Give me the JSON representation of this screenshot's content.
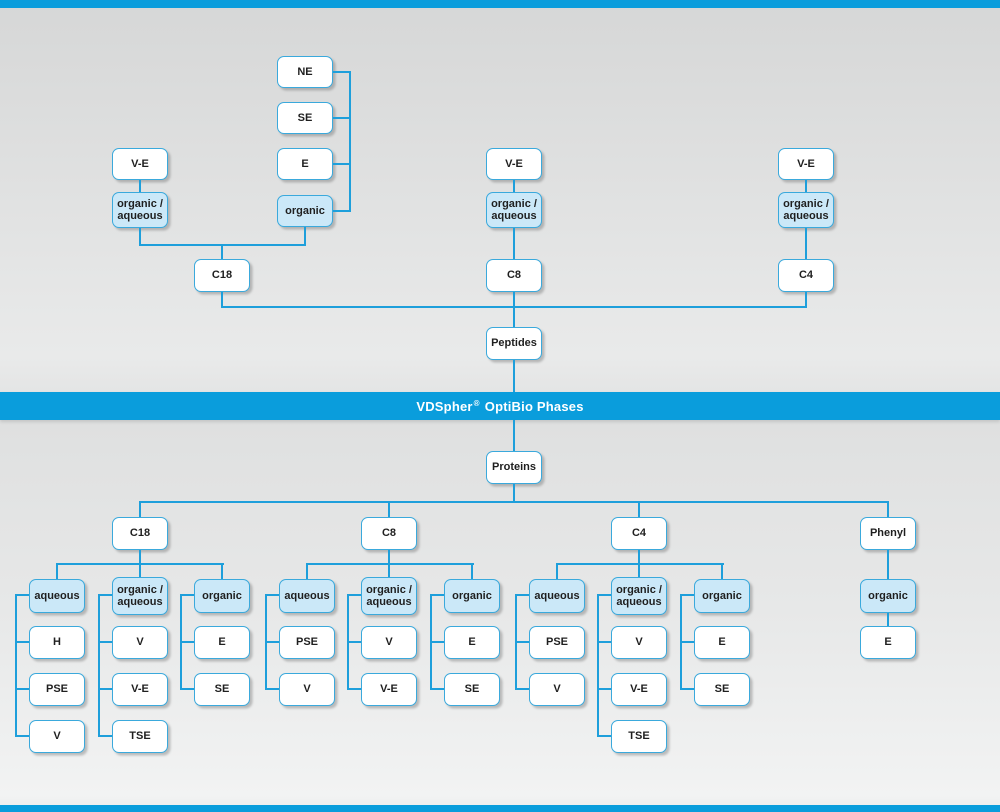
{
  "banner": {
    "brand": "VDSpher",
    "reg": "®",
    "rest": "OptiBio Phases"
  },
  "top": {
    "root": "Peptides",
    "c18": {
      "phase": "C18",
      "ve": "V-E",
      "organic_aqueous": "organic /\naqueous",
      "ne": "NE",
      "se": "SE",
      "e": "E",
      "organic": "organic"
    },
    "c8": {
      "phase": "C8",
      "ve": "V-E",
      "organic_aqueous": "organic /\naqueous"
    },
    "c4": {
      "phase": "C4",
      "ve": "V-E",
      "organic_aqueous": "organic /\naqueous"
    }
  },
  "bottom": {
    "root": "Proteins",
    "c18": {
      "phase": "C18",
      "aqueous": {
        "label": "aqueous",
        "children": [
          "H",
          "PSE",
          "V"
        ]
      },
      "organic_aqueous": {
        "label": "organic /\naqueous",
        "children": [
          "V",
          "V-E",
          "TSE"
        ]
      },
      "organic": {
        "label": "organic",
        "children": [
          "E",
          "SE"
        ]
      }
    },
    "c8": {
      "phase": "C8",
      "aqueous": {
        "label": "aqueous",
        "children": [
          "PSE",
          "V"
        ]
      },
      "organic_aqueous": {
        "label": "organic /\naqueous",
        "children": [
          "V",
          "V-E"
        ]
      },
      "organic": {
        "label": "organic",
        "children": [
          "E",
          "SE"
        ]
      }
    },
    "c4": {
      "phase": "C4",
      "aqueous": {
        "label": "aqueous",
        "children": [
          "PSE",
          "V"
        ]
      },
      "organic_aqueous": {
        "label": "organic /\naqueous",
        "children": [
          "V",
          "V-E",
          "TSE"
        ]
      },
      "organic": {
        "label": "organic",
        "children": [
          "E",
          "SE"
        ]
      }
    },
    "phenyl": {
      "phase": "Phenyl",
      "organic": {
        "label": "organic",
        "children": [
          "E"
        ]
      }
    }
  },
  "colors": {
    "accent_blue": "#0a9ddc",
    "line_blue": "#1e9fdb",
    "node_border": "#3aa9dc",
    "node_fill_light": "#cbe8f8",
    "node_fill_white": "#ffffff",
    "text": "#1f1f1f"
  }
}
